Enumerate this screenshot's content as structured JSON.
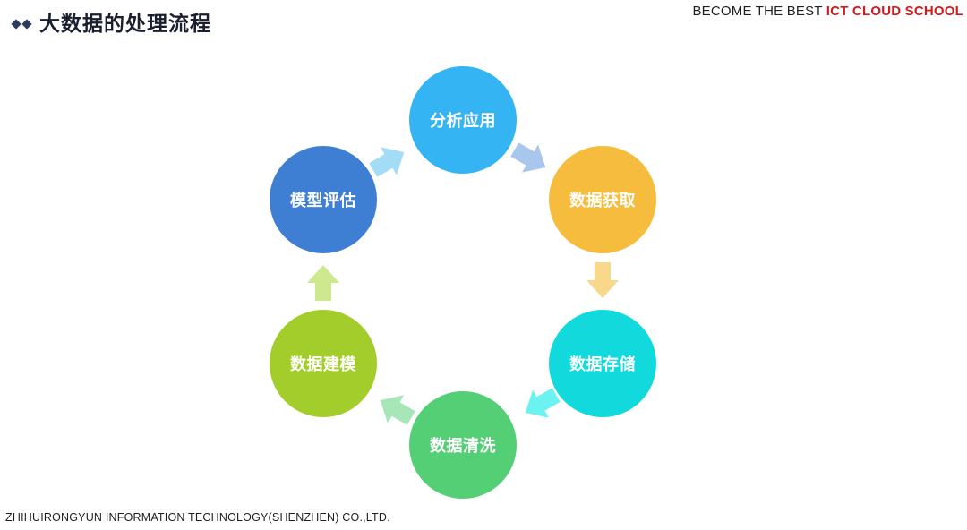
{
  "header": {
    "brand_prefix": "BECOME THE BEST ",
    "brand_accent": "ICT CLOUD SCHOOL",
    "title": "大数据的处理流程"
  },
  "cycle": {
    "stages": [
      {
        "label": "分析应用",
        "color": "#35b4f4"
      },
      {
        "label": "数据获取",
        "color": "#f5bc3e"
      },
      {
        "label": "数据存储",
        "color": "#12d9dc"
      },
      {
        "label": "数据清洗",
        "color": "#54cf76"
      },
      {
        "label": "数据建模",
        "color": "#a2cd2b"
      },
      {
        "label": "模型评估",
        "color": "#3f7fd3"
      }
    ],
    "arrows": [
      {
        "color": "#a9c7ec"
      },
      {
        "color": "#f8d98c"
      },
      {
        "color": "#6cf3f1"
      },
      {
        "color": "#a6e6b7"
      },
      {
        "color": "#cde88f"
      },
      {
        "color": "#a3dcf6"
      }
    ]
  },
  "footer": {
    "company": "ZHIHUIRONGYUN INFORMATION TECHNOLOGY(SHENZHEN) CO.,LTD."
  }
}
